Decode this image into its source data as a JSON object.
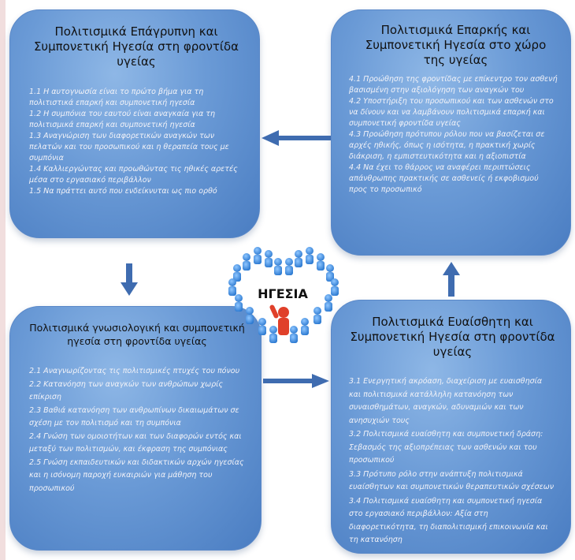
{
  "diagram": {
    "center": {
      "label": "ΗΓΕΣΙΑ"
    },
    "boxes": {
      "top_left": {
        "title": "Πολιτισμικά Επάγρυπνη και Συμπονετική Ηγεσία στη φροντίδα υγείας",
        "items": [
          "1.1 Η αυτογνωσία είναι το πρώτο βήμα για τη πολιτιστικά επαρκή και συμπονετική ηγεσία",
          "1.2 Η συμπόνια του εαυτού είναι αναγκαία για τη πολιτισμικά επαρκή και συμπονετική ηγεσία",
          "1.3 Αναγνώριση των διαφορετικών αναγκών των πελατών και του προσωπικού και η θεραπεία τους με συμπόνια",
          "1.4 Καλλιεργώντας και προωθώντας τις ηθικές αρετές μέσα στο εργασιακό περιβάλλον",
          "1.5 Να πράττει αυτό που ενδείκνυται ως πιο ορθό"
        ]
      },
      "top_right": {
        "title": "Πολιτισμικά Επαρκής και Συμπονετική Ηγεσία στο χώρο της υγείας",
        "items": [
          "4.1 Προώθηση της φροντίδας με επίκεντρο τον ασθενή βασισμένη στην αξιολόγηση των αναγκών του",
          "4.2 Υποστήριξη του προσωπικού και των ασθενών στο να δίνουν και να λαμβάνουν πολιτισμικά επαρκή και συμπονετική φροντίδα υγείας",
          "4.3 Προώθηση πρότυπου ρόλου που να βασίζεται σε αρχές ηθικής, όπως η ισότητα, η πρακτική χωρίς διάκριση, η εμπιστευτικότητα και η αξιοπιστία",
          "4.4 Να έχει το θάρρος να αναφέρει περιπτώσεις απάνθρωπης πρακτικής σε ασθενείς ή εκφοβισμού προς το προσωπικό"
        ]
      },
      "bottom_left": {
        "title": "Πολιτισμικά γνωσιολογική και συμπονετική ηγεσία στη φροντίδα υγείας",
        "items": [
          "2.1 Αναγνωρίζοντας τις πολιτισμικές πτυχές του πόνου",
          "2.2 Κατανόηση των αναγκών των ανθρώπων χωρίς επίκριση",
          "2.3 Βαθιά κατανόηση των ανθρωπίνων δικαιωμάτων σε σχέση με τον πολιτισμό και τη συμπόνια",
          "2.4 Γνώση των ομοιοτήτων και των διαφορών εντός και μεταξύ των πολιτισμών, και έκφραση της συμπόνιας",
          "2.5 Γνώση εκπαιδευτικών και διδακτικών αρχών ηγεσίας και η ισόνομη παροχή ευκαιριών για μάθηση του προσωπικού"
        ]
      },
      "bottom_right": {
        "title": "Πολιτισμικά Ευαίσθητη και Συμπονετική Ηγεσία στη φροντίδα υγείας",
        "items": [
          "3.1 Ενεργητική ακρόαση, διαχείριση με ευαισθησία και πολιτισμικά κατάλληλη κατανόηση των συναισθημάτων, αναγκών, αδυναμιών και των ανησυχιών τους",
          "3.2 Πολιτισμικά ευαίσθητη και συμπονετική δράση: Σεβασμός της αξιοπρέπειας των ασθενών και του προσωπικού",
          "3.3 Πρότυπο ρόλο στην ανάπτυξη πολιτισμικά ευαίσθητων και συμπονετικών θεραπευτικών σχέσεων",
          "3.4 Πολιτισμικά ευαίσθητη και συμπονετική ηγεσία στο εργασιακό περιβάλλον: Αξία στη διαφορετικότητα, τη διαπολιτισμική επικοινωνία και τη κατανόηση"
        ]
      }
    },
    "colors": {
      "box_fill": "#6a9ad6",
      "arrow": "#3f6cb0",
      "title_text": "#111111",
      "item_text": "#f3f3f8",
      "people_blue": "#3b8ee0",
      "leader_red": "#e0402a"
    }
  }
}
